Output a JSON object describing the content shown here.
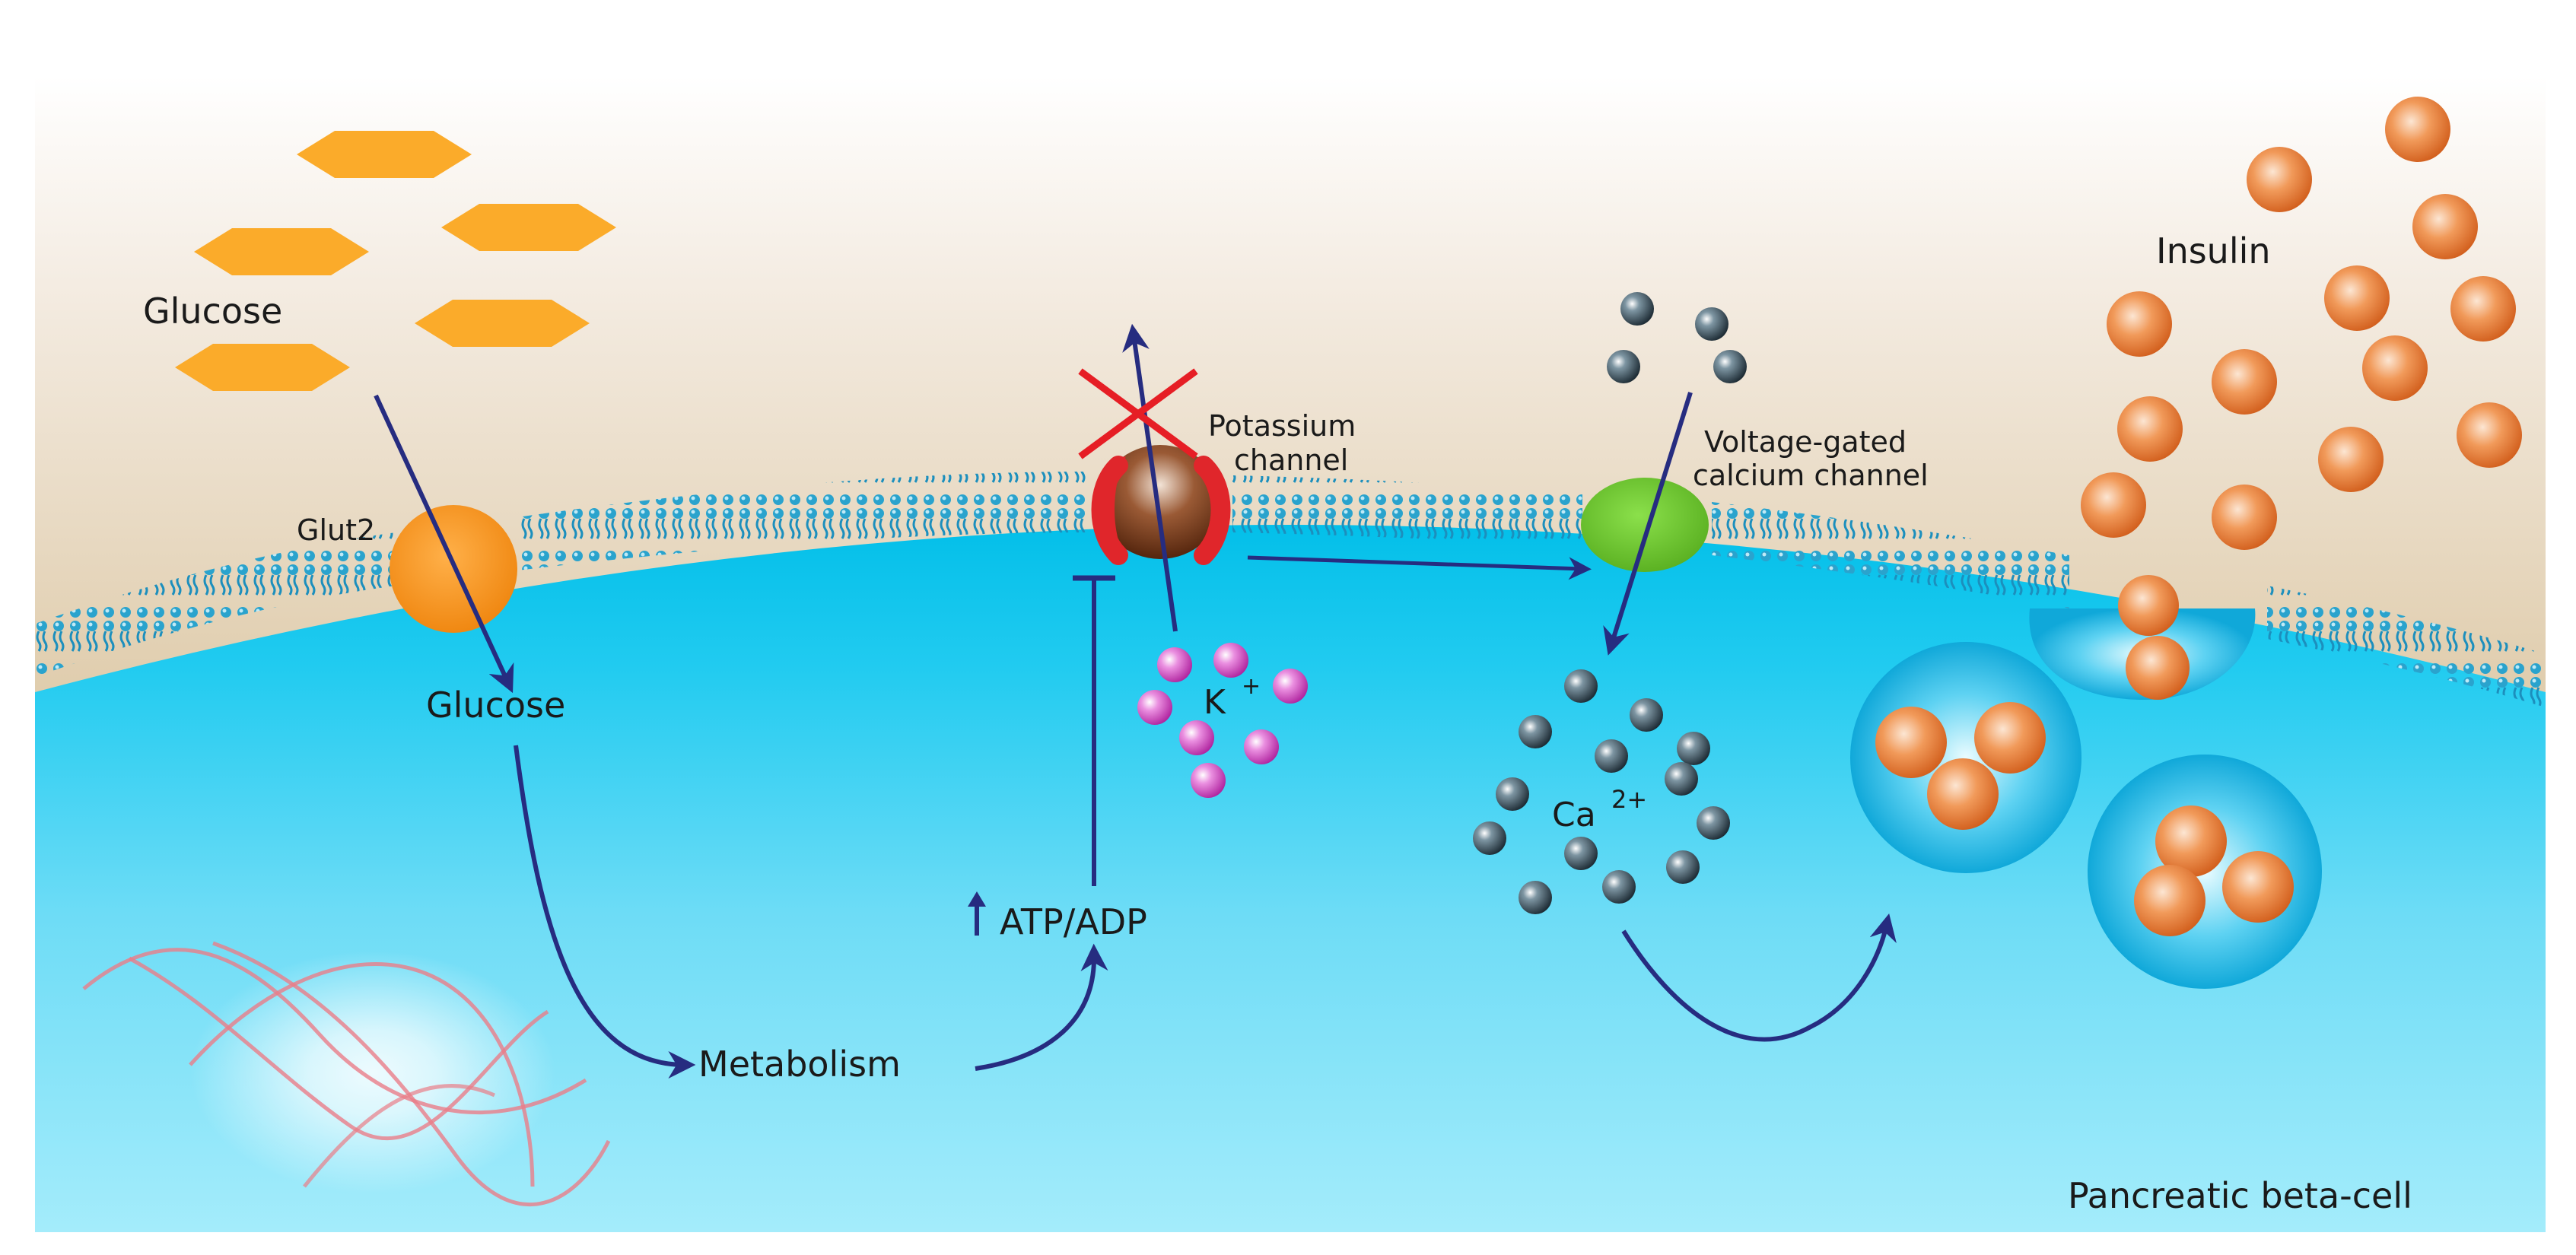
{
  "labels": {
    "glucose_outside": "Glucose",
    "glut2": "Glut2",
    "glucose_inside": "Glucose",
    "metabolism": "Metabolism",
    "atp_adp": "ATP/ADP",
    "potassium_line1": "Potassium",
    "potassium_line2": "channel",
    "k_ion": "K",
    "k_charge": "+",
    "vgcc_line1": "Voltage-gated",
    "vgcc_line2": "calcium channel",
    "ca_ion": "Ca",
    "ca_charge": "2+",
    "insulin": "Insulin",
    "cell_name": "Pancreatic beta-cell"
  },
  "colors": {
    "glucose": "#fbab2a",
    "glut2": "#f7901e",
    "k_channel_red": "#e0262b",
    "k_channel_core": "#6b2c10",
    "ca_channel": "#6fc52f",
    "k_ion": "#c53bb5",
    "ca_ion": "#2c3e4a",
    "insulin": "#e97a2f",
    "arrow": "#262c80",
    "cross": "#e61e25",
    "dna": "#ea7d88",
    "cytoplasm": "#05c4ee",
    "membrane": "#2aa3cd"
  },
  "icons": [
    "glucose-hexagon-icon",
    "potassium-channel-icon",
    "calcium-channel-icon",
    "insulin-granule-icon",
    "dna-helix-icon",
    "up-arrow-icon",
    "block-cross-icon"
  ]
}
